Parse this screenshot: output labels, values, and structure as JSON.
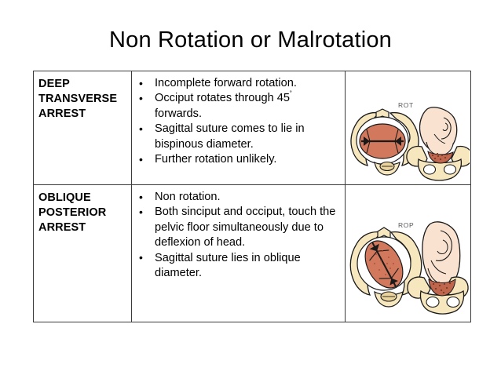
{
  "slide": {
    "title": "Non Rotation or Malrotation"
  },
  "table": {
    "rows": [
      {
        "label": "DEEP TRANSVERSE ARREST",
        "bullets": [
          {
            "text": "Incomplete forward rotation."
          },
          {
            "pre": "Occiput rotates through 45",
            "degree": "˚",
            "post": " forwards."
          },
          {
            "text": "Sagittal suture comes to lie in bispinous diameter."
          },
          {
            "text": "Further rotation unlikely."
          }
        ],
        "figure": {
          "caption": "ROT",
          "alt": "pelvic inlet view with transverse fetal head and lateral pelvis view"
        }
      },
      {
        "label": "OBLIQUE POSTERIOR ARREST",
        "bullets": [
          {
            "text": "Non rotation."
          },
          {
            "text": "Both sinciput and occiput, touch the pelvic floor simultaneously due to deflexion of head."
          },
          {
            "text": "Sagittal suture lies in oblique diameter."
          }
        ],
        "figure": {
          "caption": "ROP",
          "alt": "pelvic inlet view with oblique fetal head and lateral pelvis view"
        }
      }
    ]
  },
  "colors": {
    "bone": "#F7E7BE",
    "bone_shade": "#EBD49C",
    "head": "#D2785C",
    "head_shade": "#C0664C",
    "skin": "#F9E2D0",
    "outline": "#1a1a1a",
    "border": "#3a3a3a",
    "caption": "#5a5a5a",
    "background": "#FFFFFF"
  }
}
